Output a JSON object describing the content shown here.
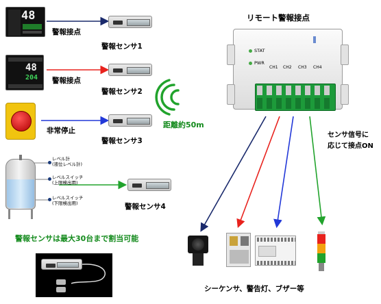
{
  "labels": {
    "alarm_contact_1": "警報接点",
    "alarm_contact_2": "警報接点",
    "emergency_stop": "非常停止",
    "sensor1": "警報センサ1",
    "sensor2": "警報センサ2",
    "sensor3": "警報センサ3",
    "sensor4": "警報センサ4",
    "tank_level_meter": "レベル計",
    "tank_level_meter_sub": "(液位レベル計)",
    "tank_switch_upper": "レベルスイッチ",
    "tank_switch_upper_sub": "(上限検出用)",
    "tank_switch_lower": "レベルスイッチ",
    "tank_switch_lower_sub": "(下限検出用)",
    "distance": "距離約50m",
    "max_sensors": "警報センサは最大30台まで割当可能",
    "remote_title": "リモート警報接点",
    "stat": "STAT",
    "pwr": "PWR",
    "channels": [
      "CH1",
      "CH2",
      "CH3",
      "CH4"
    ],
    "signal_line1": "センサ信号に",
    "signal_line2": "応じて接点ON",
    "outputs": "シーケンサ、警告灯、ブザー等",
    "controller1_value": "48",
    "controller2_value": "48",
    "controller2_sub": "204"
  },
  "colors": {
    "arrow_dark": "#1a2a6c",
    "arrow_red": "#e8221d",
    "arrow_blue": "#2238d8",
    "arrow_green": "#21a32c",
    "label_green": "#138a1c",
    "wave_green": "#21a32c"
  }
}
